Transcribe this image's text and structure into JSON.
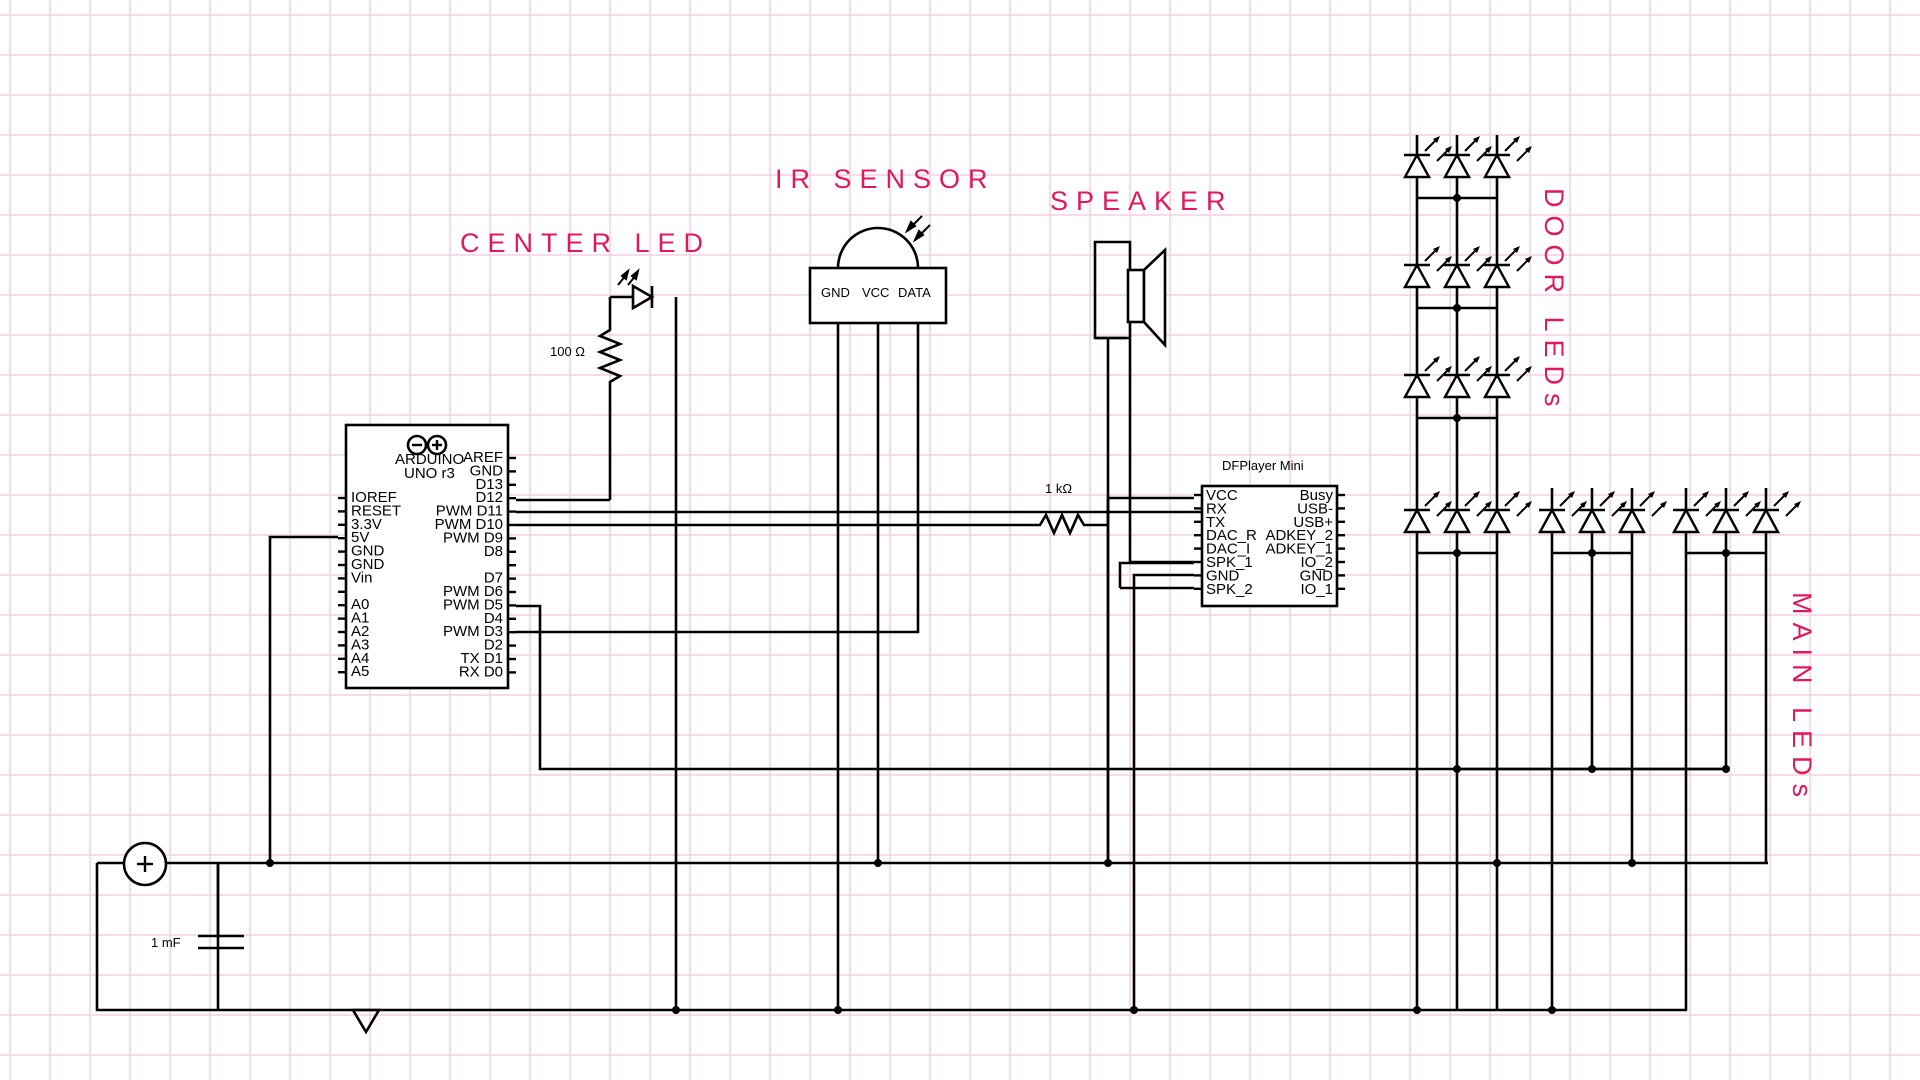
{
  "labels": {
    "center_led": "CENTER LED",
    "ir_sensor": "IR SENSOR",
    "speaker": "SPEAKER",
    "door_leds": "DOOR LEDs",
    "main_leds": "MAIN LEDs"
  },
  "colors": {
    "grid": "#f6cfe0",
    "label": "#e0195a",
    "wire": "#000000"
  },
  "components": {
    "resistor_led": "100 Ω",
    "resistor_rx": "1 kΩ",
    "capacitor": "1 mF",
    "ir_pins": [
      "GND",
      "VCC",
      "DATA"
    ],
    "arduino": {
      "logo_text": "ARDUINO",
      "model": "UNO r3",
      "left_pins": [
        "IOREF",
        "RESET",
        "3.3V",
        "5V",
        "GND",
        "GND",
        "Vin",
        "",
        "A0",
        "A1",
        "A2",
        "A3",
        "A4",
        "A5"
      ],
      "right_pins": [
        "AREF",
        "GND",
        "D13",
        "D12",
        "PWM D11",
        "PWM D10",
        "PWM D9",
        "D8",
        "",
        "D7",
        "PWM D6",
        "PWM D5",
        "D4",
        "PWM D3",
        "D2",
        "TX D1",
        "RX D0"
      ]
    },
    "dfplayer": {
      "title": "DFPlayer Mini",
      "left_pins": [
        "VCC",
        "RX",
        "TX",
        "DAC_R",
        "DAC_I",
        "SPK_1",
        "GND",
        "SPK_2"
      ],
      "right_pins": [
        "Busy",
        "USB-",
        "USB+",
        "ADKEY_2",
        "ADKEY_1",
        "IO_2",
        "GND",
        "IO_1"
      ]
    }
  }
}
